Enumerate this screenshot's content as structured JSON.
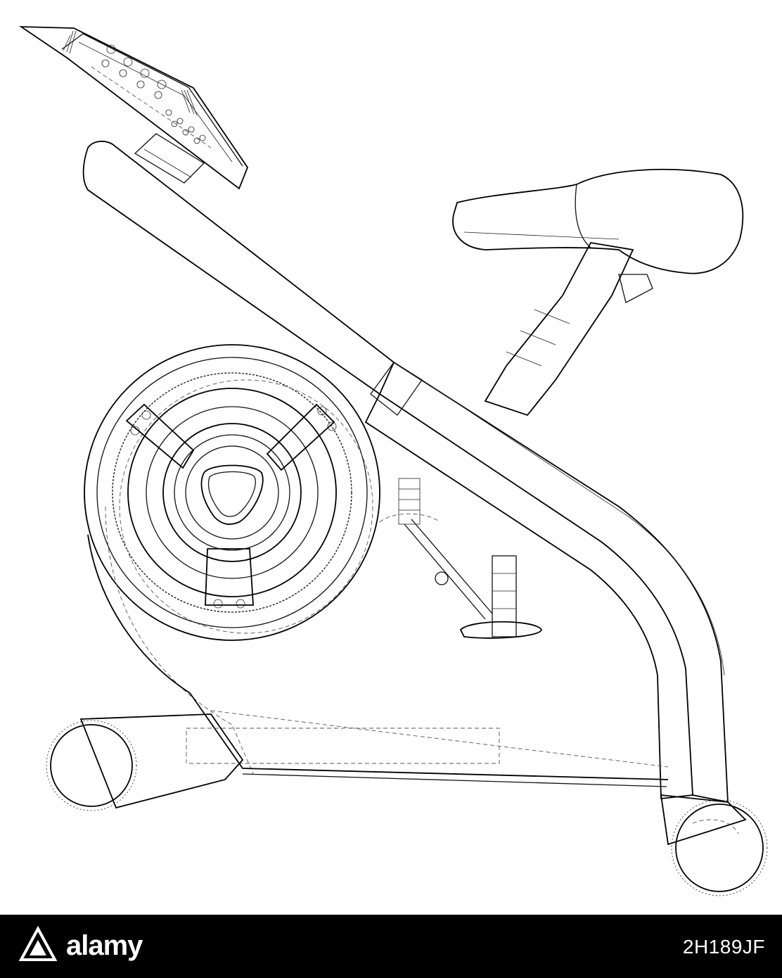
{
  "image": {
    "subject": "wireframe-stationary-exercise-bike",
    "line_color": "#111111",
    "background_color": "#ffffff"
  },
  "footer": {
    "background_color": "#000000",
    "text_color": "#ffffff",
    "logo_text": "alamy",
    "logo_icon": "alamy-logo-icon",
    "image_id": "2H189JF"
  }
}
